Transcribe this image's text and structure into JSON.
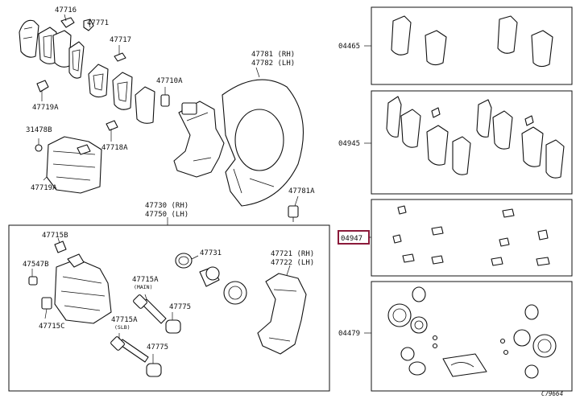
{
  "diagram": {
    "accent_color": "#8b1a3a",
    "footer_code": "C79664",
    "highlighted_callout": "04947",
    "labels": {
      "p47716": "47716",
      "p47771": "47771",
      "p47717": "47717",
      "p47719a": "47719A",
      "p31478b": "31478B",
      "p47718a": "47718A",
      "p47710a": "47710A",
      "p47781_rh": "47781 (RH)",
      "p47782_lh": "47782 (LH)",
      "p47781a": "47781A",
      "p47730_rh": "47730 (RH)",
      "p47750_lh": "47750 (LH)",
      "p47715b": "47715B",
      "p47547b": "47547B",
      "p47715c": "47715C",
      "p47731": "47731",
      "p47715a_main": "47715A",
      "main_note": "(MAIN)",
      "p47715a_slb": "47715A",
      "slb_note": "(SLB)",
      "p47775_a": "47775",
      "p47775_b": "47775",
      "p47721_rh": "47721 (RH)",
      "p47722_lh": "47722 (LH)",
      "kit_04465": "04465",
      "kit_04945": "04945",
      "kit_04947": "04947",
      "kit_04479": "04479"
    }
  }
}
